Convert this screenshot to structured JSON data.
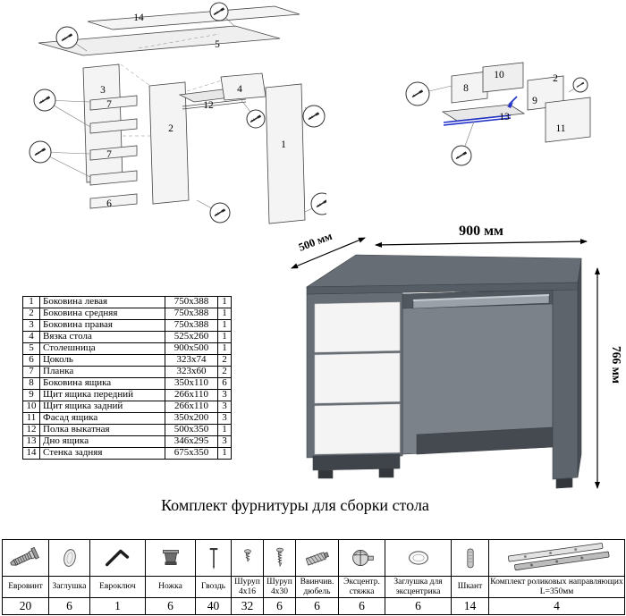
{
  "title": "Комплект фурнитуры для сборки стола",
  "desk": {
    "width_label": "900 мм",
    "depth_label": "500 мм",
    "height_label": "766 мм"
  },
  "colors": {
    "accent_blue": "#2030c8",
    "desk_gray": "#666d74",
    "drawer_white": "#f4f4f4"
  },
  "exploded_left": {
    "labels": [
      "14",
      "5",
      "3",
      "7",
      "7",
      "6",
      "2",
      "12",
      "4",
      "1"
    ]
  },
  "exploded_right": {
    "labels": [
      "8",
      "9",
      "10",
      "11",
      "13",
      "2"
    ]
  },
  "parts_table": {
    "rows": [
      {
        "num": "1",
        "name": "Боковина левая",
        "size": "750x388",
        "qty": "1"
      },
      {
        "num": "2",
        "name": "Боковина средняя",
        "size": "750x388",
        "qty": "1"
      },
      {
        "num": "3",
        "name": "Боковина правая",
        "size": "750x388",
        "qty": "1"
      },
      {
        "num": "4",
        "name": "Вязка стола",
        "size": "525x260",
        "qty": "1"
      },
      {
        "num": "5",
        "name": "Столешница",
        "size": "900x500",
        "qty": "1"
      },
      {
        "num": "6",
        "name": "Цоколь",
        "size": "323x74",
        "qty": "2"
      },
      {
        "num": "7",
        "name": "Планка",
        "size": "323x60",
        "qty": "2"
      },
      {
        "num": "8",
        "name": "Боковина ящика",
        "size": "350x110",
        "qty": "6"
      },
      {
        "num": "9",
        "name": "Щит ящика передний",
        "size": "266x110",
        "qty": "3"
      },
      {
        "num": "10",
        "name": "Щит ящика задний",
        "size": "266x110",
        "qty": "3"
      },
      {
        "num": "11",
        "name": "Фасад ящика",
        "size": "350x200",
        "qty": "3"
      },
      {
        "num": "12",
        "name": "Полка выкатная",
        "size": "500x350",
        "qty": "1"
      },
      {
        "num": "13",
        "name": "Дно ящика",
        "size": "346x295",
        "qty": "3"
      },
      {
        "num": "14",
        "name": "Стенка задняя",
        "size": "675x350",
        "qty": "1"
      }
    ]
  },
  "hardware": {
    "items": [
      {
        "name": "Евровинт",
        "qty": "20",
        "icon": "euro-screw-icon"
      },
      {
        "name": "Заглушка",
        "qty": "6",
        "icon": "cap-icon"
      },
      {
        "name": "Евроключ",
        "qty": "1",
        "icon": "hex-key-icon"
      },
      {
        "name": "Ножка",
        "qty": "6",
        "icon": "leg-icon"
      },
      {
        "name": "Гвоздь",
        "qty": "40",
        "icon": "nail-icon"
      },
      {
        "name": "Шуруп 4x16",
        "qty": "32",
        "icon": "screw-4x16-icon"
      },
      {
        "name": "Шуруп 4x30",
        "qty": "6",
        "icon": "screw-4x30-icon"
      },
      {
        "name": "Ввинчив. дюбель",
        "qty": "6",
        "icon": "screw-dowel-icon"
      },
      {
        "name": "Эксцентр. стяжка",
        "qty": "6",
        "icon": "cam-lock-icon"
      },
      {
        "name": "Заглушка для эксцентрика",
        "qty": "6",
        "icon": "cam-cap-icon"
      },
      {
        "name": "Шкант",
        "qty": "14",
        "icon": "dowel-pin-icon"
      },
      {
        "name": "Комплект роликовых направляющих L=350мм",
        "qty": "4",
        "icon": "roller-rails-icon"
      }
    ]
  }
}
